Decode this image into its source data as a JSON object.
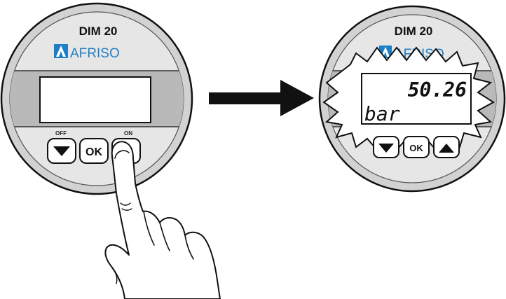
{
  "device_off": {
    "model": "DIM 20",
    "brand": "AFRISO",
    "label_off": "OFF",
    "label_on": "ON",
    "ok_label": "OK"
  },
  "device_on": {
    "model": "DIM 20",
    "brand": "AFRISO",
    "display_value": "50.26",
    "display_unit": "bar",
    "ok_label": "OK"
  },
  "colors": {
    "bezel_gray": "#d2d2d2",
    "brand_blue": "#1f7fc4",
    "band_gray": "#b9b9b9",
    "outline": "#111111"
  },
  "icons": [
    "afriso-logo-icon",
    "down-arrow-icon",
    "up-arrow-icon",
    "pointing-hand-icon",
    "right-arrow-icon"
  ]
}
